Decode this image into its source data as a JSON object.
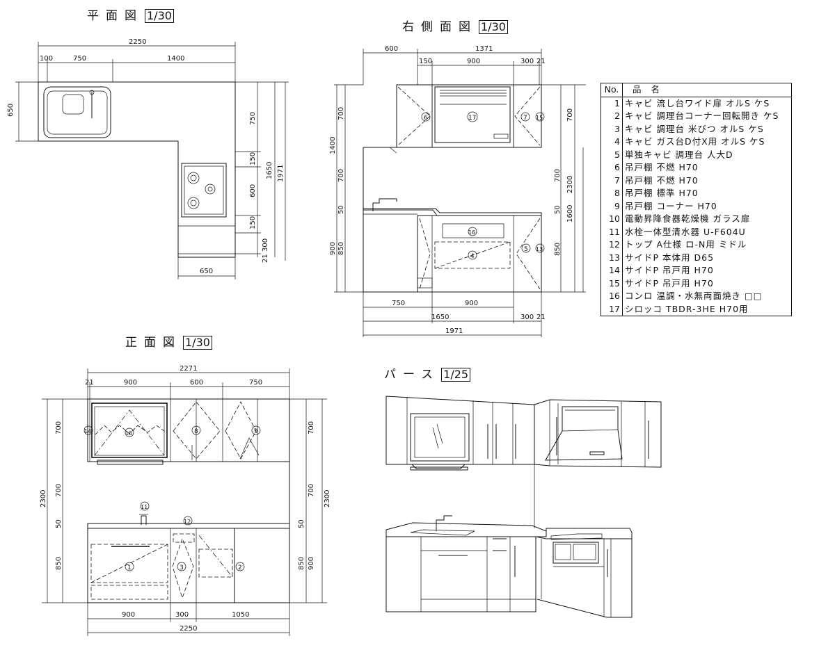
{
  "views": {
    "plan": {
      "title": "平面図",
      "scale": "1/30"
    },
    "right_side": {
      "title": "右側面図",
      "scale": "1/30"
    },
    "front": {
      "title": "正面図",
      "scale": "1/30"
    },
    "perspective": {
      "title": "パース",
      "scale": "1/25"
    }
  },
  "plan_dims": {
    "total_width": "2250",
    "left": "100",
    "sink": "750",
    "counter": "1400",
    "depth_left": "650",
    "d750": "750",
    "d150a": "150",
    "d600": "600",
    "d150b": "150",
    "d300": "300",
    "d21": "21",
    "total_1650": "1650",
    "total_1971": "1971",
    "bottom_650": "650"
  },
  "side_dims": {
    "top_600": "600",
    "top_1371": "1371",
    "top_150": "150",
    "top_900": "900",
    "top_300": "300",
    "top_21": "21",
    "left_700a": "700",
    "left_1400": "1400",
    "left_700b": "700",
    "left_50": "50",
    "left_900": "900",
    "left_850": "850",
    "right_700a": "700",
    "right_700b": "700",
    "right_50": "50",
    "right_850": "850",
    "right_2300": "2300",
    "right_1600": "1600",
    "bottom_750": "750",
    "bottom_900": "900",
    "bottom_1650": "1650",
    "bottom_300": "300",
    "bottom_21": "21",
    "bottom_1971": "1971"
  },
  "front_dims": {
    "top_2271": "2271",
    "top_21": "21",
    "top_900": "900",
    "top_600": "600",
    "top_750": "750",
    "left_700a": "700",
    "left_2300": "2300",
    "left_700b": "700",
    "left_50": "50",
    "left_850": "850",
    "right_700a": "700",
    "right_700b": "700",
    "right_2300": "2300",
    "right_50": "50",
    "right_850": "850",
    "right_900": "900",
    "bottom_900": "900",
    "bottom_300": "300",
    "bottom_1050": "1050",
    "bottom_2250": "2250"
  },
  "markers": {
    "m1": "1",
    "m2": "2",
    "m3": "3",
    "m4": "4",
    "m5": "5",
    "m6": "6",
    "m7": "7",
    "m8": "8",
    "m9": "9",
    "m10": "10",
    "m11": "11",
    "m12": "12",
    "m13": "13",
    "m14": "14",
    "m15": "15",
    "m16": "16",
    "m17": "17"
  },
  "parts_table": {
    "header_no": "No.",
    "header_name": "品名",
    "rows": [
      {
        "no": "1",
        "name": "キャビ 流し台ワイド扉 オルS ケS"
      },
      {
        "no": "2",
        "name": "キャビ 調理台コーナー回転開き ケS"
      },
      {
        "no": "3",
        "name": "キャビ 調理台 米びつ オルS ケS"
      },
      {
        "no": "4",
        "name": "キャビ ガス台D付X用 オルS ケS"
      },
      {
        "no": "5",
        "name": "単独キャビ 調理台 人大D"
      },
      {
        "no": "6",
        "name": "吊戸棚 不燃 H70"
      },
      {
        "no": "7",
        "name": "吊戸棚 不燃 H70"
      },
      {
        "no": "8",
        "name": "吊戸棚 標準 H70"
      },
      {
        "no": "9",
        "name": "吊戸棚 コーナー H70"
      },
      {
        "no": "10",
        "name": "電動昇降食器乾燥機 ガラス扉"
      },
      {
        "no": "11",
        "name": "水栓一体型清水器 U-F604U"
      },
      {
        "no": "12",
        "name": "トップ A仕様 ロ-N用 ミドル"
      },
      {
        "no": "13",
        "name": "サイドP 本体用 D65"
      },
      {
        "no": "14",
        "name": "サイドP 吊戸用 H70"
      },
      {
        "no": "15",
        "name": "サイドP 吊戸用 H70"
      },
      {
        "no": "16",
        "name": "コンロ 温調・水無両面焼き □□"
      },
      {
        "no": "17",
        "name": "シロッコ TBDR-3HE H70用"
      }
    ]
  }
}
